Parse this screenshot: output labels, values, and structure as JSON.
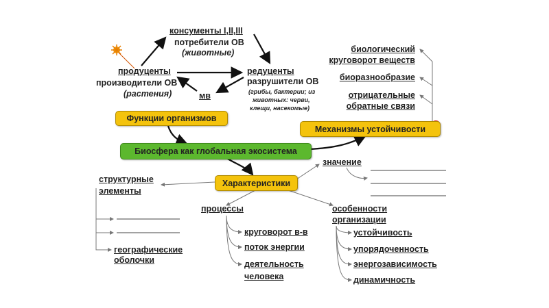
{
  "cycle": {
    "consumers": "консументы I,II,III",
    "consumers_sub": "потребители ОВ",
    "consumers_note": "(животные)",
    "producers": "продуценты",
    "producers_sub": "производители ОВ",
    "producers_note": "(растения)",
    "decomposers": "редуценты",
    "decomposers_sub": "разрушители ОВ",
    "decomposers_note": [
      "(грибы, бактерии; из",
      "животных: черви,",
      "клещи, насекомые)"
    ],
    "mineral": "мв"
  },
  "boxes": {
    "functions": "Функции организмов",
    "biosphere": "Биосфера как глобальная экосистема",
    "mechanisms": "Механизмы устойчивости",
    "characteristics": "Характеристики"
  },
  "mechanisms_items": [
    "биологический",
    "круговорот веществ",
    "биоразнообразие",
    "отрицательные",
    "обратные связи"
  ],
  "significance": "значение",
  "structural": [
    "структурные",
    "элементы"
  ],
  "geo": [
    "географические",
    "оболочки"
  ],
  "processes": {
    "title": "процессы",
    "items": [
      "круговорот в-в",
      "поток энергии",
      "деятельность",
      "человека"
    ]
  },
  "features": {
    "title": [
      "особенности",
      "организации"
    ],
    "items": [
      "устойчивость",
      "упорядоченность",
      "энергозависимость",
      "динамичность"
    ]
  },
  "colors": {
    "box": "#f4c30d",
    "green": "#5cb82e",
    "dot": "#e8101a"
  }
}
